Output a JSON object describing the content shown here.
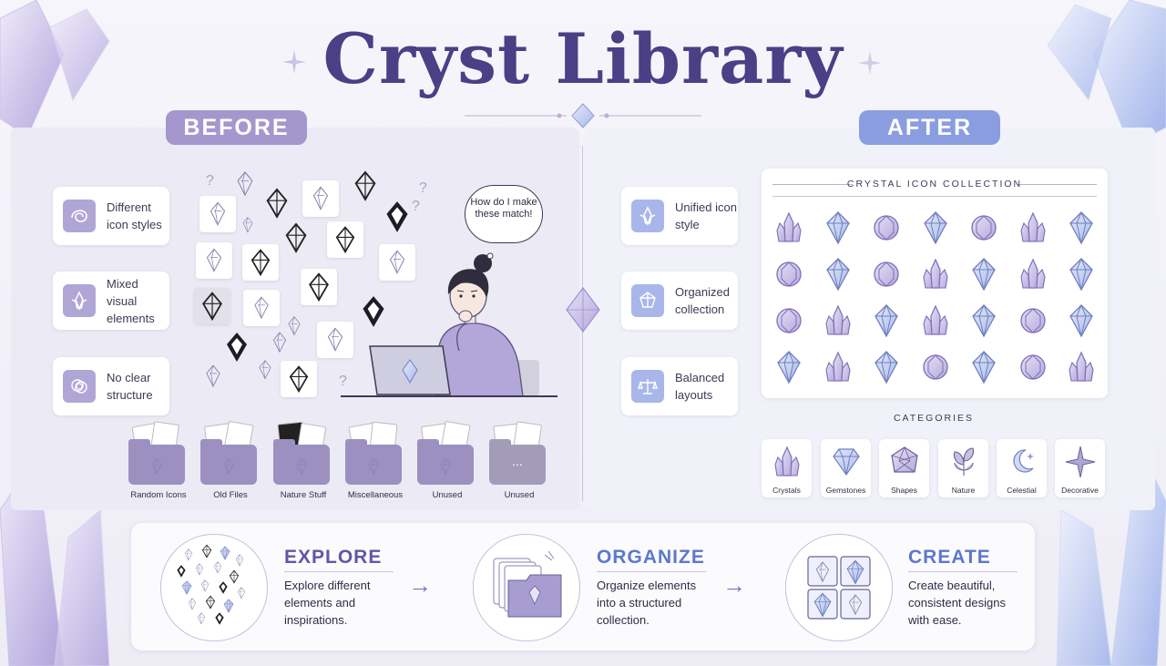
{
  "title": "Cryst Library",
  "before": {
    "label": "BEFORE",
    "features": [
      {
        "text": "Different icon styles",
        "icon": "scribble-icon"
      },
      {
        "text": "Mixed visual elements",
        "icon": "crystal-icon"
      },
      {
        "text": "No clear structure",
        "icon": "tangle-icon"
      }
    ],
    "bubble": "How do I make these match!",
    "folders": [
      "Random Icons",
      "Old Files",
      "Nature Stuff",
      "Miscellaneous",
      "Unused",
      "Unused"
    ],
    "folder_last_glyph": "..."
  },
  "after": {
    "label": "AFTER",
    "features": [
      {
        "text": "Unified icon style",
        "icon": "crystal-icon"
      },
      {
        "text": "Organized collection",
        "icon": "gem-icon"
      },
      {
        "text": "Balanced layouts",
        "icon": "balance-scale-icon"
      }
    ],
    "collection_title": "CRYSTAL ICON COLLECTION",
    "categories_title": "CATEGORIES",
    "categories": [
      "Crystals",
      "Gemstones",
      "Shapes",
      "Nature",
      "Celestial",
      "Decorative"
    ]
  },
  "steps": [
    {
      "title": "EXPLORE",
      "text": "Explore different elements and inspirations."
    },
    {
      "title": "ORGANIZE",
      "text": "Organize elements into a structured collection."
    },
    {
      "title": "CREATE",
      "text": "Create beautiful, consistent designs with ease."
    }
  ],
  "colors": {
    "title": "#4b3f86",
    "before_accent": "#a497cd",
    "after_accent": "#8a9de0"
  }
}
